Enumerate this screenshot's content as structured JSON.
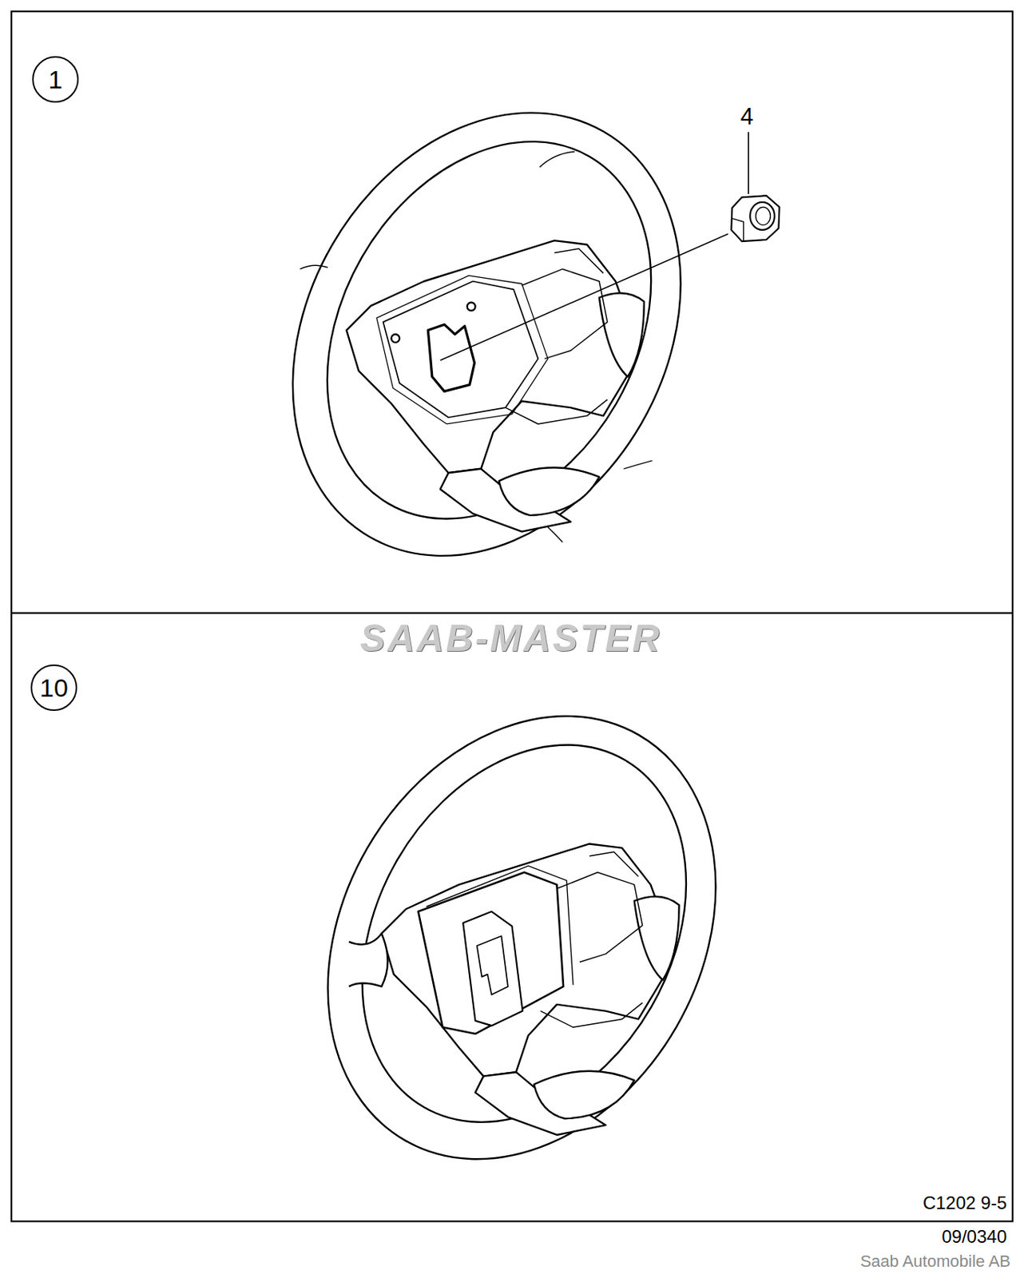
{
  "diagram": {
    "nodes": [
      {
        "text": [
          "1"
        ]
      },
      {
        "text": [
          "10"
        ]
      }
    ],
    "labels": [
      "4",
      "SAAB-MASTER",
      "C1202 9-5",
      "09/0340",
      "Saab Automobile AB"
    ]
  }
}
